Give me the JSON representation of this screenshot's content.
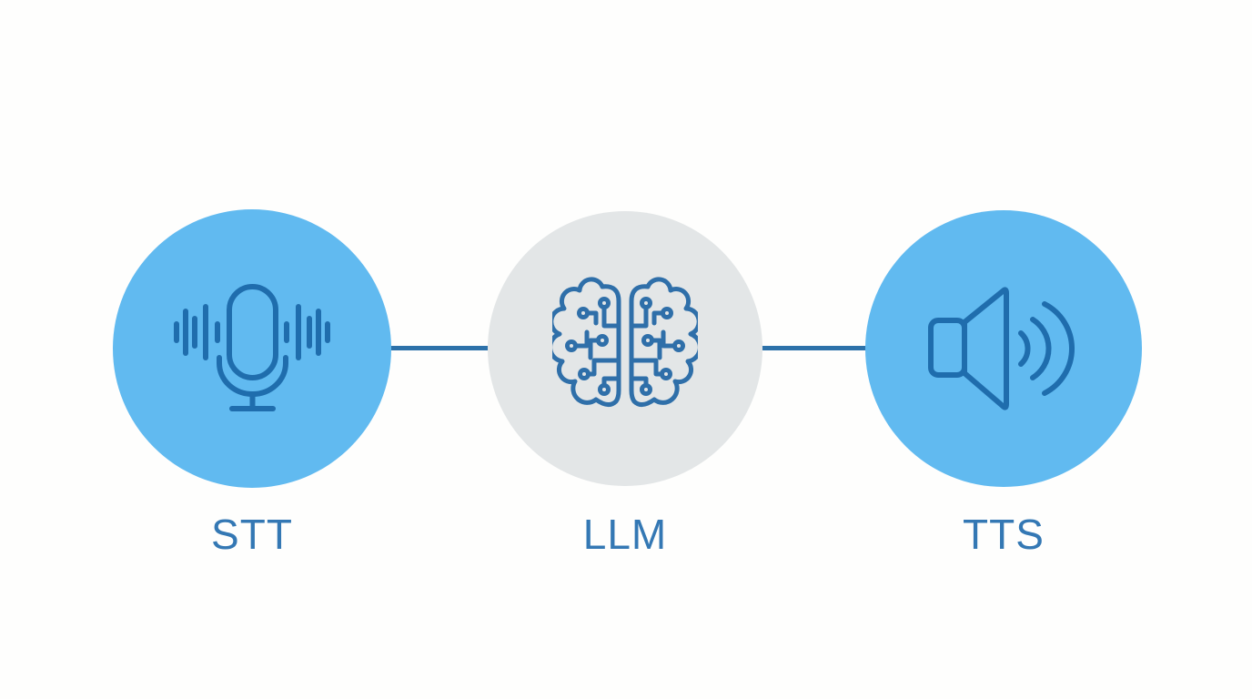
{
  "diagram": {
    "background_color": "#fefefd",
    "connector_color": "#2c71a9",
    "label_color": "#3478b4",
    "nodes": [
      {
        "id": "stt",
        "label": "STT",
        "icon": "microphone-waveform-icon",
        "circle_color": "#61baf0",
        "icon_color": "#1f6dad"
      },
      {
        "id": "llm",
        "label": "LLM",
        "icon": "brain-circuit-icon",
        "circle_color": "#e3e6e7",
        "icon_color": "#2f6fa9"
      },
      {
        "id": "tts",
        "label": "TTS",
        "icon": "speaker-sound-waves-icon",
        "circle_color": "#61baf0",
        "icon_color": "#1f6dad"
      }
    ],
    "connectors": [
      {
        "from": "STT",
        "to": "LLM"
      },
      {
        "from": "LLM",
        "to": "TTS"
      }
    ]
  }
}
